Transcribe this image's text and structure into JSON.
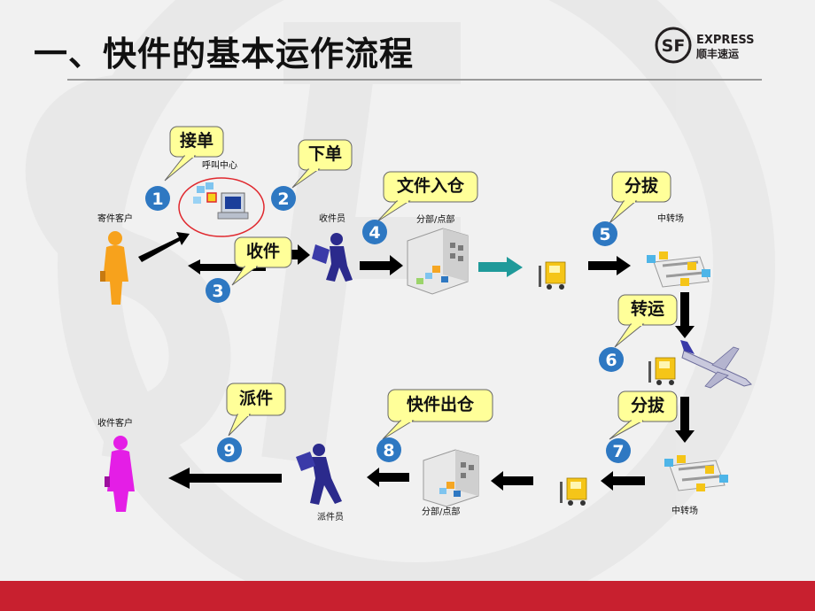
{
  "title": "一、快件的基本运作流程",
  "logo": {
    "mark": "SF",
    "line1": "EXPRESS",
    "line2": "顺丰速运",
    "color": "#231f20"
  },
  "colors": {
    "accent_red": "#c8202f",
    "step_blue": "#2e78c2",
    "callout_fill": "#ffff99",
    "arrow": "#000000",
    "sender": "#f7a21c",
    "receiver": "#e41ee6",
    "courier": "#2b2a8c",
    "teal_arrow": "#1f9a9a"
  },
  "nodes": {
    "sender": "寄件客户",
    "call_center": "呼叫中心",
    "pickup_courier": "收件员",
    "branch_in": "分部/点部",
    "hub_1": "中转场",
    "hub_2": "中转场",
    "branch_out": "分部/点部",
    "delivery_courier": "派件员",
    "receiver": "收件客户"
  },
  "steps": [
    {
      "num": "1",
      "label": "接单"
    },
    {
      "num": "2",
      "label": "下单"
    },
    {
      "num": "3",
      "label": "收件"
    },
    {
      "num": "4",
      "label": "文件入仓"
    },
    {
      "num": "5",
      "label": "分拔"
    },
    {
      "num": "6",
      "label": "转运"
    },
    {
      "num": "7",
      "label": "分拔"
    },
    {
      "num": "8",
      "label": "快件出仓"
    },
    {
      "num": "9",
      "label": "派件"
    }
  ]
}
